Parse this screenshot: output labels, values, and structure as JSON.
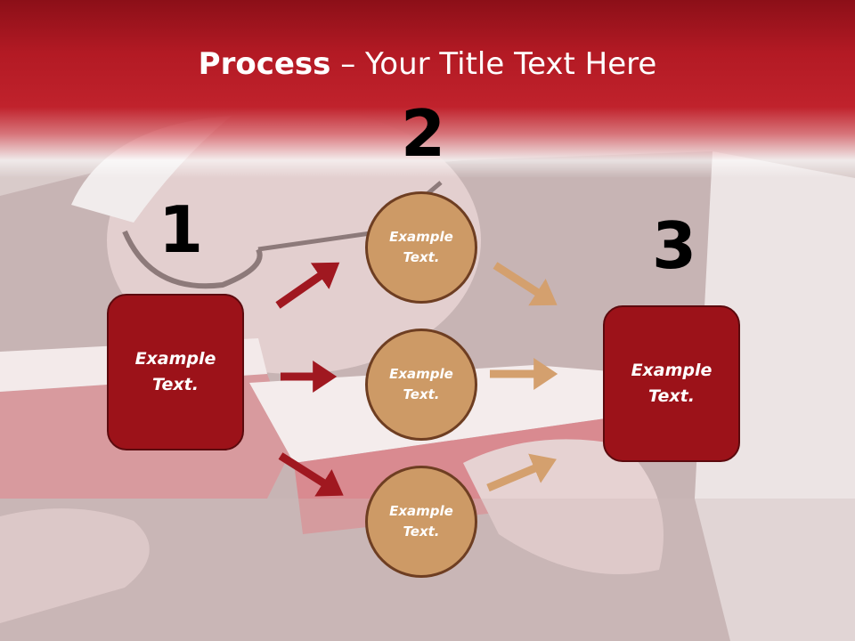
{
  "slide": {
    "title_bold": "Process",
    "title_dash": "–",
    "title_rest": "Your Title Text Here"
  },
  "steps": {
    "n1": "1",
    "n2": "2",
    "n3": "3"
  },
  "boxes": {
    "left": [
      "Example",
      "Text."
    ],
    "right": [
      "Example",
      "Text."
    ]
  },
  "circles": [
    [
      "Example",
      "Text."
    ],
    [
      "Example",
      "Text."
    ],
    [
      "Example",
      "Text."
    ]
  ],
  "colors": {
    "header_red": "#b31a24",
    "box_red": "#9c1219",
    "circle_tan": "#cd9a66",
    "arrow_red": "#a01820",
    "arrow_tan": "#d4a06e"
  }
}
